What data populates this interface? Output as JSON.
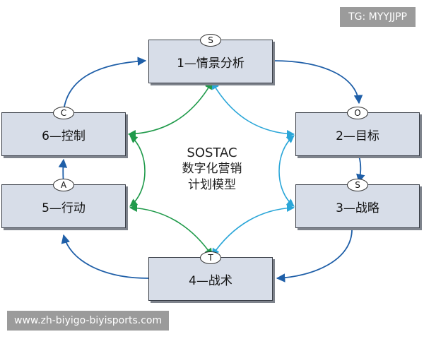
{
  "watermark_top": "TG: MYYJJPP",
  "watermark_bottom": "www.zh-biyigo-biyisports.com",
  "center": {
    "line1": "SOSTAC",
    "line2": "数字化营销",
    "line3": "计划模型"
  },
  "nodes": {
    "situation": {
      "badge": "S",
      "label": "1—情景分析"
    },
    "objectives": {
      "badge": "O",
      "label": "2—目标"
    },
    "strategy": {
      "badge": "S",
      "label": "3—战略"
    },
    "tactics": {
      "badge": "T",
      "label": "4—战术"
    },
    "action": {
      "badge": "A",
      "label": "5—行动"
    },
    "control": {
      "badge": "C",
      "label": "6—控制"
    }
  },
  "colors": {
    "outer_arrow": "#1f5fa8",
    "light_arrow": "#2aa6d8",
    "green_arrow": "#1f9a4a",
    "node_fill": "#d7dde8"
  }
}
